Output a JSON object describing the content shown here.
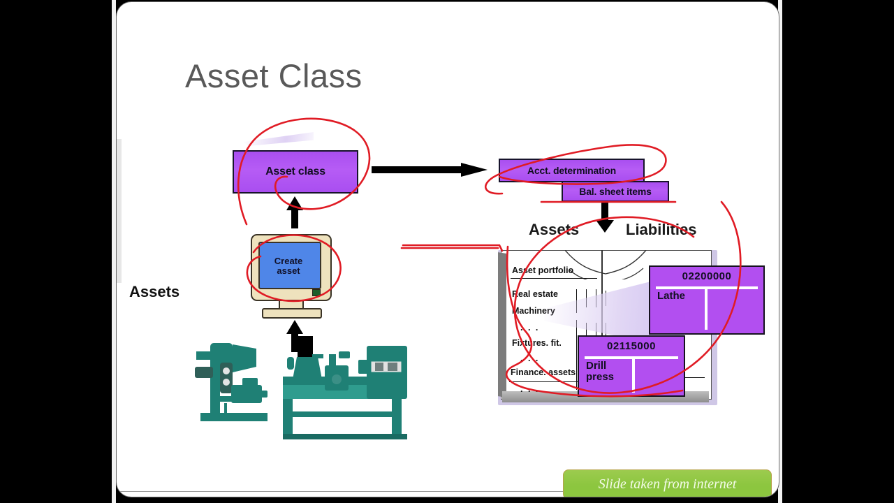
{
  "slide": {
    "title": "Asset Class",
    "left_label": "Assets"
  },
  "flow": {
    "asset_class_box": "Asset class",
    "acct_determination_box": "Acct. determination",
    "bal_sheet_items_box": "Bal. sheet items",
    "create_asset_line1": "Create",
    "create_asset_line2": "asset"
  },
  "balance_sheet": {
    "assets_header": "Assets",
    "liabilities_header": "Liabilities",
    "portfolio_title": "Asset portfolio",
    "items": [
      "Real estate",
      "Machinery",
      ". . .",
      "Fixtures. fit.",
      ". . .",
      "Finance. assets",
      ". . ."
    ]
  },
  "cards": [
    {
      "number": "02200000",
      "name": "Lathe"
    },
    {
      "number": "02115000",
      "name": "Drill\npress"
    }
  ],
  "card_labels": {
    "lathe_number": "02200000",
    "lathe_name": "Lathe",
    "drill_number": "02115000",
    "drill_name_l1": "Drill",
    "drill_name_l2": "press"
  },
  "footer": {
    "badge_text": "Slide taken from internet"
  },
  "colors": {
    "purple_box": "#b24ff0",
    "title_grey": "#595959",
    "annotation_red": "#e01b24",
    "badge_green": "#8cc63f",
    "machine_teal": "#1f8075",
    "screen_blue": "#4f86e8"
  },
  "icons": {
    "right_arrow": "black-right-arrow",
    "up_arrow": "black-up-arrow",
    "down_arrow": "black-down-arrow",
    "monitor": "computer-monitor",
    "book": "open-book",
    "machines": "machine-tools"
  }
}
